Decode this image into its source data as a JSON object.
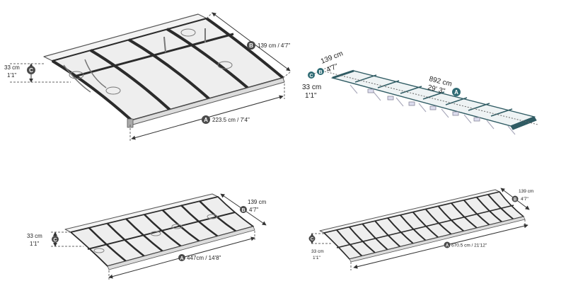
{
  "colors": {
    "frame_dark": "#2b2b2b",
    "frame_teal": "#2f5b63",
    "panel_fill": "#ececec",
    "panel_stroke": "#9a9a9a",
    "dim_line": "#333333",
    "badge_fill": "#4a4a4a",
    "badge_teal": "#2f6b74"
  },
  "panels": [
    {
      "name": "awning-2-panels",
      "width": {
        "badge": "A",
        "label": "223.5 cm / 7'4\""
      },
      "depth": {
        "badge": "B",
        "label": "139 cm / 4'7\""
      },
      "height": {
        "badge": "C",
        "label_cm": "33 cm",
        "label_in": "1'1\""
      }
    },
    {
      "name": "awning-8-panels",
      "width": {
        "badge": "A",
        "label_1": "892 cm",
        "label_2": "29' 3\""
      },
      "depth": {
        "badge": "B",
        "label_1": "139 cm",
        "label_2": "4'7\""
      },
      "height": {
        "badge": "C",
        "label_cm": "33 cm",
        "label_in": "1'1\""
      }
    },
    {
      "name": "awning-4-panels",
      "width": {
        "badge": "A",
        "label": "447cm / 14'8\""
      },
      "depth": {
        "badge": "B",
        "label_cm": "139 cm",
        "label_in": "4'7\""
      },
      "height": {
        "badge": "C",
        "label_cm": "33 cm",
        "label_in": "1'1\""
      }
    },
    {
      "name": "awning-6-panels",
      "width": {
        "badge": "A",
        "label": "670.5 cm / 21'12\""
      },
      "depth": {
        "badge": "B",
        "label_cm": "139 cm",
        "label_in": "4'7\""
      },
      "height": {
        "badge": "C",
        "label_cm": "33 cm",
        "label_in": "1'1\""
      }
    }
  ]
}
